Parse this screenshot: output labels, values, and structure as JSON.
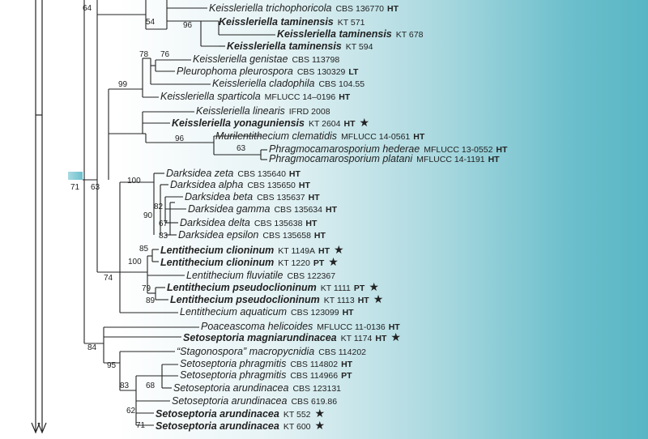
{
  "taxa": [
    {
      "name": "Keissleriella trichophoricola",
      "code": "CBS 136770",
      "status": "HT",
      "bold": false,
      "star": false
    },
    {
      "name": "Keissleriella taminensis",
      "code": "KT 571",
      "status": "",
      "bold": true,
      "star": false
    },
    {
      "name": "Keissleriella taminensis",
      "code": "KT 678",
      "status": "",
      "bold": true,
      "star": false
    },
    {
      "name": "Keissleriella taminensis",
      "code": "KT 594",
      "status": "",
      "bold": true,
      "star": false
    },
    {
      "name": "Keissleriella genistae",
      "code": "CBS 113798",
      "status": "",
      "bold": false,
      "star": false
    },
    {
      "name": "Pleurophoma pleurospora",
      "code": "CBS 130329",
      "status": "LT",
      "bold": false,
      "star": false
    },
    {
      "name": "Keissleriella cladophila",
      "code": "CBS 104.55",
      "status": "",
      "bold": false,
      "star": false
    },
    {
      "name": "Keissleriella sparticola",
      "code": "MFLUCC 14–0196",
      "status": "HT",
      "bold": false,
      "star": false
    },
    {
      "name": "Keissleriella linearis",
      "code": "IFRD 2008",
      "status": "",
      "bold": false,
      "star": false
    },
    {
      "name": "Keissleriella yonaguniensis",
      "code": "KT 2604",
      "status": "HT",
      "bold": true,
      "star": true
    },
    {
      "name": "Murilentithecium clematidis",
      "code": "MFLUCC 14-0561",
      "status": "HT",
      "bold": false,
      "star": false
    },
    {
      "name": "Phragmocamarosporium hederae",
      "code": "MFLUCC 13-0552",
      "status": "HT",
      "bold": false,
      "star": false
    },
    {
      "name": "Phragmocamarosporium platani",
      "code": "MFLUCC 14-1191",
      "status": "HT",
      "bold": false,
      "star": false
    },
    {
      "name": "Darksidea zeta",
      "code": "CBS 135640",
      "status": "HT",
      "bold": false,
      "star": false
    },
    {
      "name": "Darksidea alpha",
      "code": "CBS 135650",
      "status": "HT",
      "bold": false,
      "star": false
    },
    {
      "name": "Darksidea beta",
      "code": "CBS 135637",
      "status": "HT",
      "bold": false,
      "star": false
    },
    {
      "name": "Darksidea gamma",
      "code": "CBS 135634",
      "status": "HT",
      "bold": false,
      "star": false
    },
    {
      "name": "Darksidea delta",
      "code": "CBS 135638",
      "status": "HT",
      "bold": false,
      "star": false
    },
    {
      "name": "Darksidea epsilon",
      "code": "CBS 135658",
      "status": "HT",
      "bold": false,
      "star": false
    },
    {
      "name": "Lentithecium clioninum",
      "code": "KT 1149A",
      "status": "HT",
      "bold": true,
      "star": true
    },
    {
      "name": "Lentithecium clioninum",
      "code": "KT 1220",
      "status": "PT",
      "bold": true,
      "star": true
    },
    {
      "name": "Lentithecium fluviatile",
      "code": "CBS 122367",
      "status": "",
      "bold": false,
      "star": false
    },
    {
      "name": "Lentithecium pseudoclioninum",
      "code": "KT 1111",
      "status": "PT",
      "bold": true,
      "star": true
    },
    {
      "name": "Lentithecium pseudoclioninum",
      "code": "KT 1113",
      "status": "HT",
      "bold": true,
      "star": true
    },
    {
      "name": "Lentithecium aquaticum",
      "code": "CBS 123099",
      "status": "HT",
      "bold": false,
      "star": false
    },
    {
      "name": "Poaceascoma helicoides",
      "code": "MFLUCC 11-0136",
      "status": "HT",
      "bold": false,
      "star": false
    },
    {
      "name": "Setoseptoria magniarundinacea",
      "code": "KT 1174",
      "status": "HT",
      "bold": true,
      "star": true
    },
    {
      "name": "“Stagonospora” macropycnidia",
      "code": "CBS 114202",
      "status": "",
      "bold": false,
      "star": false
    },
    {
      "name": "Setoseptoria phragmitis",
      "code": "CBS 114802",
      "status": "HT",
      "bold": false,
      "star": false
    },
    {
      "name": "Setoseptoria phragmitis",
      "code": "CBS 114966",
      "status": "PT",
      "bold": false,
      "star": false
    },
    {
      "name": "Setoseptoria arundinacea",
      "code": "CBS 123131",
      "status": "",
      "bold": false,
      "star": false
    },
    {
      "name": "Setoseptoria arundinacea",
      "code": "CBS 619.86",
      "status": "",
      "bold": false,
      "star": false
    },
    {
      "name": "Setoseptoria arundinacea",
      "code": "KT 552",
      "status": "",
      "bold": true,
      "star": true
    },
    {
      "name": "Setoseptoria arundinacea",
      "code": "KT 600",
      "status": "",
      "bold": true,
      "star": true
    }
  ],
  "support": [
    "64",
    "54",
    "96",
    "78",
    "76",
    "99",
    "96",
    "63",
    "71",
    "63",
    "100",
    "82",
    "90",
    "67",
    "83",
    "85",
    "100",
    "74",
    "79",
    "89",
    "84",
    "95",
    "83",
    "68",
    "62",
    "71"
  ],
  "star_glyph": "★",
  "colors": {
    "gradient_end": "#58b6c4",
    "shade": "#a8dbe3",
    "line": "#222222"
  }
}
